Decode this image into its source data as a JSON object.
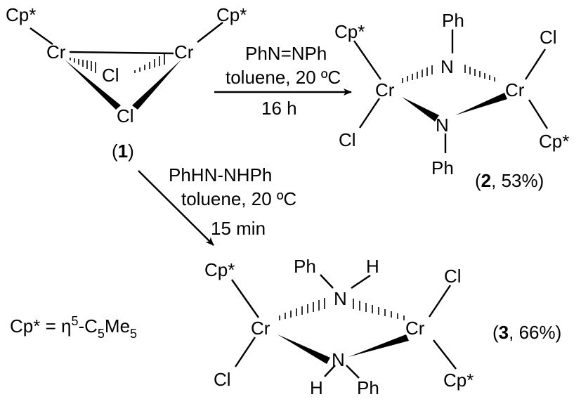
{
  "compound1": {
    "cp_left": "Cp*",
    "cp_right": "Cp*",
    "cr_left": "Cr",
    "cr_right": "Cr",
    "cl_upper": "Cl",
    "cl_lower": "Cl",
    "label_open": "(",
    "label_num": "1",
    "label_close": ")"
  },
  "reaction1": {
    "reagent": "PhN=NPh",
    "solvent": "toluene, 20 ºC",
    "time": "16 h"
  },
  "reaction2": {
    "reagent": "PhHN-NHPh",
    "solvent": "toluene, 20 ºC",
    "time": "15 min"
  },
  "compound2": {
    "ph_top": "Ph",
    "n_top": "N",
    "n_bottom": "N",
    "ph_bottom": "Ph",
    "cr_left": "Cr",
    "cr_right": "Cr",
    "cp_upper_left": "Cp*",
    "cl_upper_right": "Cl",
    "cl_lower_left": "Cl",
    "cp_lower_right": "Cp*",
    "label_open": "(",
    "label_num": "2",
    "label_rest": ", 53%)"
  },
  "compound3": {
    "ph_top": "Ph",
    "h_top": "H",
    "n_top": "N",
    "n_bottom": "N",
    "h_bottom": "H",
    "ph_bottom": "Ph",
    "cr_left": "Cr",
    "cr_right": "Cr",
    "cp_upper_left": "Cp*",
    "cl_upper_right": "Cl",
    "cl_lower_left": "Cl",
    "cp_lower_right": "Cp*",
    "label_open": "(",
    "label_num": "3",
    "label_rest": ", 66%)"
  },
  "definition": {
    "lhs": "Cp* = η",
    "sup5": "5",
    "c": "-C",
    "sub5": "5",
    "me": "Me",
    "sub5b": "5"
  }
}
